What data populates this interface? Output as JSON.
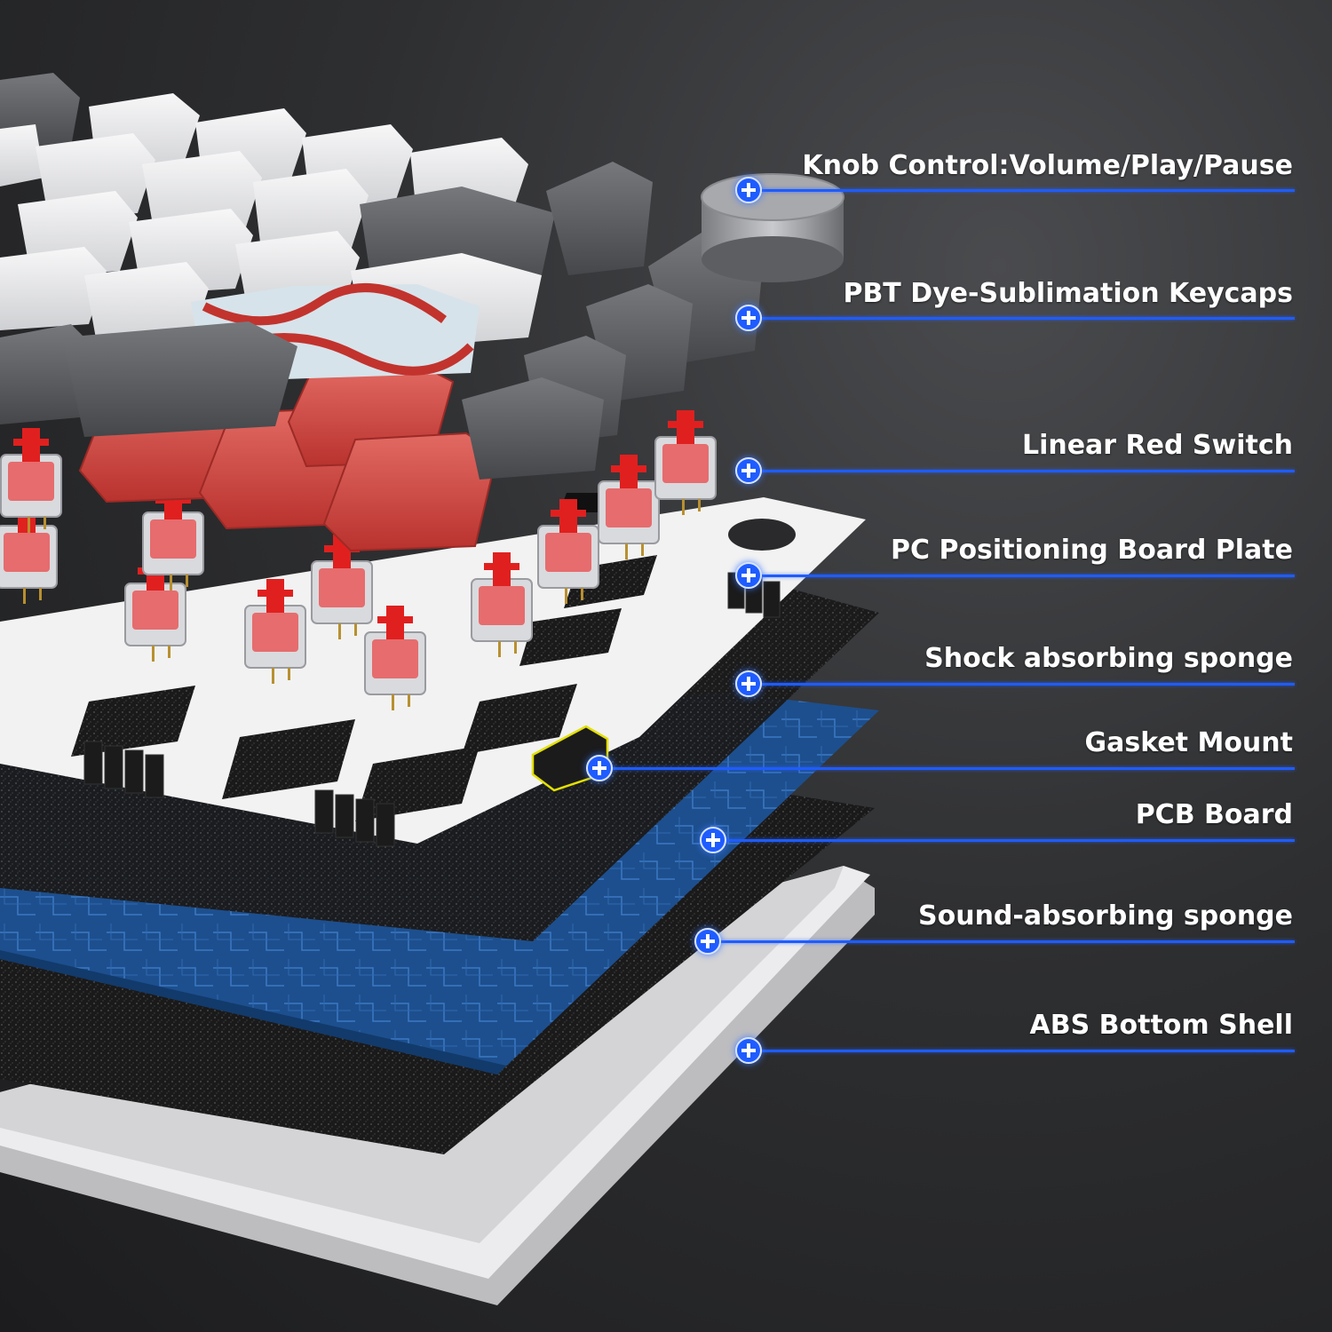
{
  "callouts": [
    {
      "id": "knob",
      "label": "Knob Control:Volume/Play/Pause",
      "marker_icon": "plus-icon"
    },
    {
      "id": "keycaps",
      "label": "PBT Dye-Sublimation Keycaps",
      "marker_icon": "plus-icon"
    },
    {
      "id": "switch",
      "label": "Linear Red Switch",
      "marker_icon": "plus-icon"
    },
    {
      "id": "plate",
      "label": "PC Positioning Board Plate",
      "marker_icon": "plus-icon"
    },
    {
      "id": "shock-sponge",
      "label": "Shock absorbing sponge",
      "marker_icon": "plus-icon"
    },
    {
      "id": "gasket",
      "label": "Gasket Mount",
      "marker_icon": "plus-icon"
    },
    {
      "id": "pcb",
      "label": "PCB Board",
      "marker_icon": "plus-icon"
    },
    {
      "id": "sound-sponge",
      "label": "Sound-absorbing sponge",
      "marker_icon": "plus-icon"
    },
    {
      "id": "shell",
      "label": "ABS Bottom Shell",
      "marker_icon": "plus-icon"
    }
  ],
  "colors": {
    "accent": "#1f5cff",
    "label_text": "#ffffff",
    "switch_red": "#e0201f",
    "keycap_red": "#d84a45",
    "keycap_white": "#e8e8ea",
    "keycap_gray": "#5c5e62",
    "pcb_blue": "#1d4f8e",
    "sponge_black": "#1a1a1b",
    "plate_white": "#f2f2f2",
    "shell_white": "#e6e6e6"
  }
}
